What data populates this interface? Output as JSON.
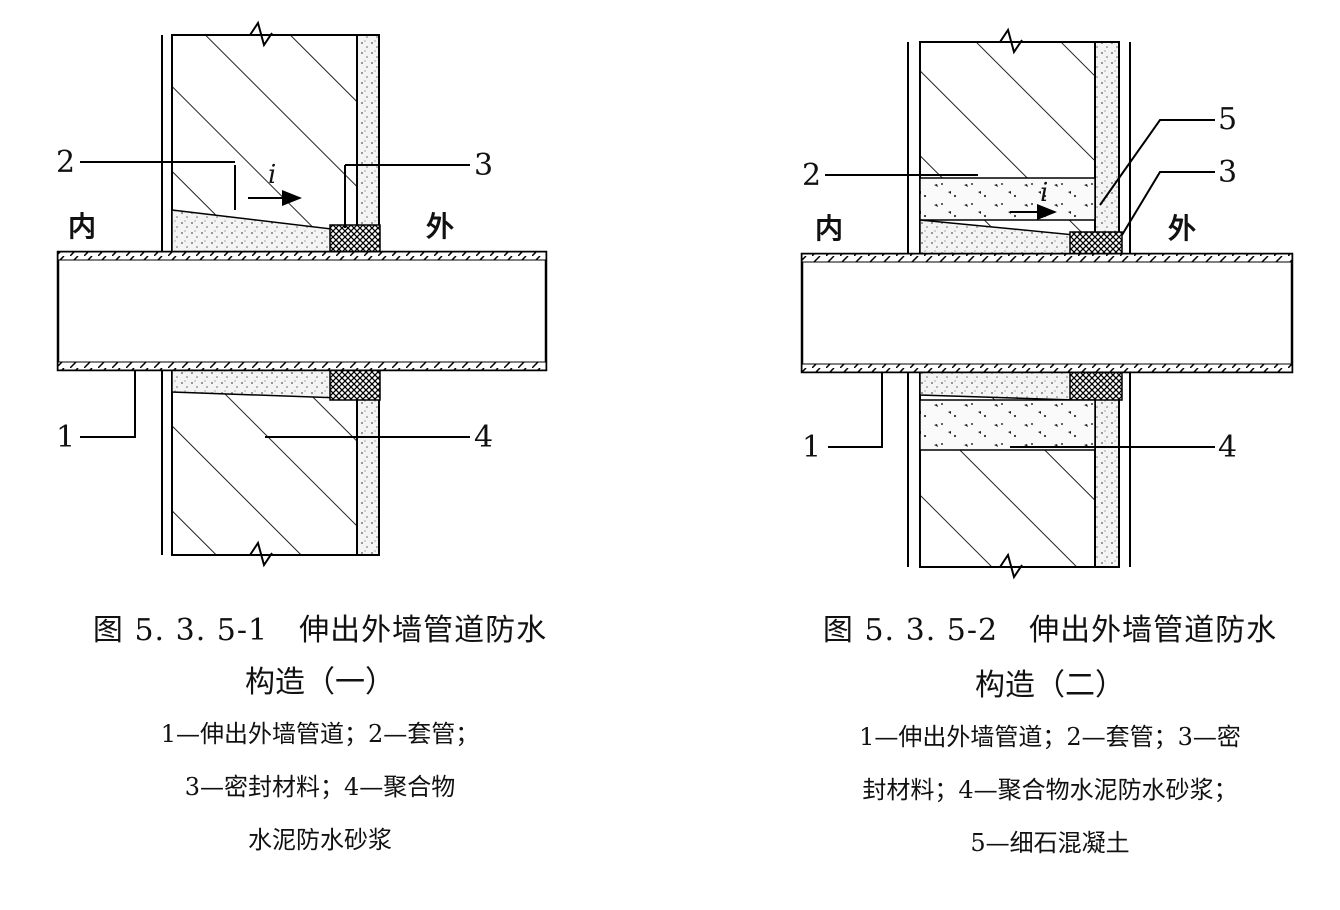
{
  "figure1": {
    "side_inner": "内",
    "side_outer": "外",
    "callouts": {
      "c1": "1",
      "c2": "2",
      "c3": "3",
      "c4": "4"
    },
    "slope_label": "i",
    "caption_line1": "图 5. 3. 5-1　伸出外墙管道防水",
    "caption_line2": "构造（一）",
    "legend_line1": "1—伸出外墙管道；2—套管；",
    "legend_line2": "3—密封材料；4—聚合物",
    "legend_line3": "水泥防水砂浆"
  },
  "figure2": {
    "side_inner": "内",
    "side_outer": "外",
    "callouts": {
      "c1": "1",
      "c2": "2",
      "c3": "3",
      "c4": "4",
      "c5": "5"
    },
    "slope_label": "i",
    "caption_line1": "图 5. 3. 5-2　伸出外墙管道防水",
    "caption_line2": "构造（二）",
    "legend_line1": "1—伸出外墙管道；2—套管；3—密",
    "legend_line2": "封材料；4—聚合物水泥防水砂浆；",
    "legend_line3": "5—细石混凝土"
  }
}
